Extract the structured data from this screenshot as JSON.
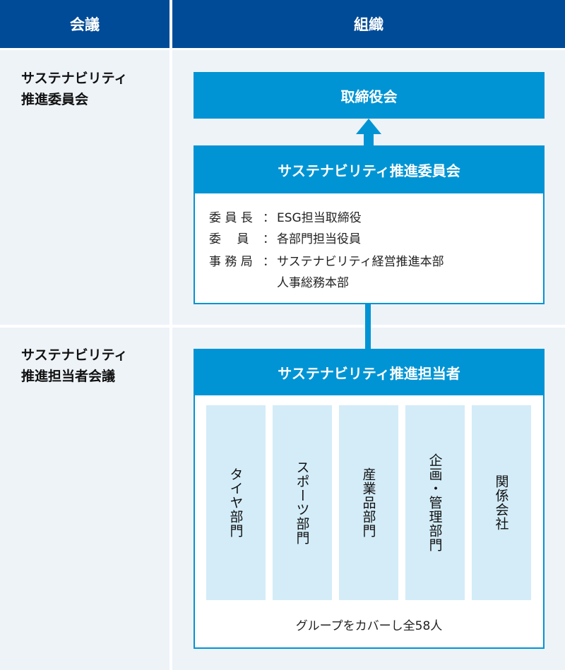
{
  "header": {
    "col_meeting": "会議",
    "col_organization": "組織"
  },
  "rows": [
    {
      "label_line1": "サステナビリティ",
      "label_line2": "推進委員会"
    },
    {
      "label_line1": "サステナビリティ",
      "label_line2": "推進担当者会議"
    }
  ],
  "board": {
    "title": "取締役会"
  },
  "committee": {
    "title": "サステナビリティ推進委員会",
    "members": [
      {
        "key": "委 員 長",
        "sep": "：",
        "value": "ESG担当取締役"
      },
      {
        "key": "委　 員",
        "sep": "：",
        "value": "各部門担当役員"
      },
      {
        "key": "事 務 局",
        "sep": "：",
        "value": "サステナビリティ経営推進本部"
      },
      {
        "key": "",
        "sep": "",
        "value": "人事総務本部"
      }
    ]
  },
  "officers": {
    "title": "サステナビリティ推進担当者",
    "departments": [
      "タイヤ部門",
      "スポーツ部門",
      "産業品部門",
      "企画・管理部門",
      "関係会社"
    ],
    "note": "グループをカバーし全58人"
  },
  "colors": {
    "header": "#004b97",
    "accent": "#0094d4",
    "dept_fill": "#d3ecf8",
    "panel": "#eef3f8"
  }
}
